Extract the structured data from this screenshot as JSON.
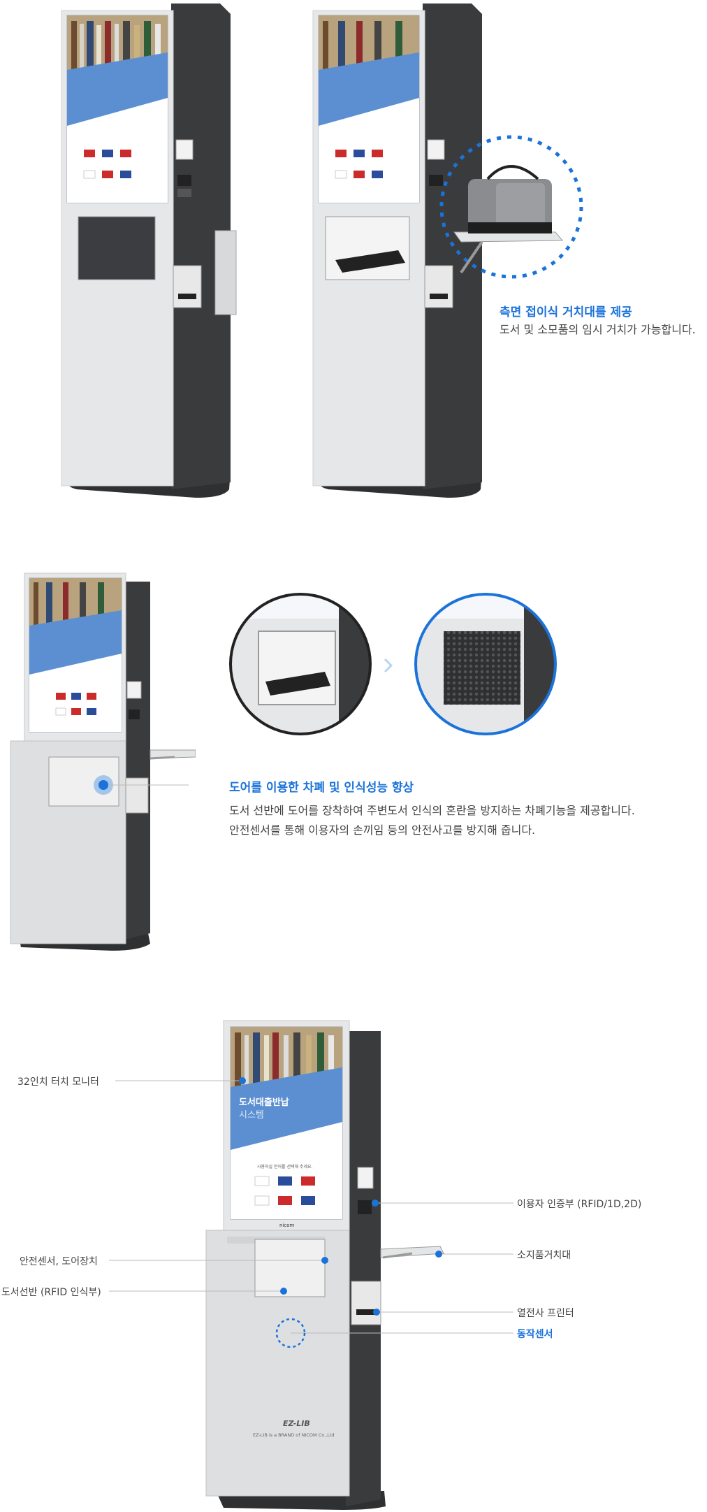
{
  "section1": {
    "title": "측면 접이식 거치대를 제공",
    "description": "도서 및 소모품의 임시 거치가 가능합니다."
  },
  "section2": {
    "title": "도어를 이용한 차폐 및 인식성능 향상",
    "lines": [
      "도서 선반에 도어를 장착하여 주변도서 인식의 혼란을 방지하는 차폐기능을 제공합니다.",
      "안전센서를 통해 이용자의 손끼임 등의 안전사고를 방지해 줍니다."
    ]
  },
  "screen": {
    "title_line1": "도서대출반납",
    "title_line2": "시스템",
    "prompt": "사용하실 언어를 선택해 주세요.",
    "brand": "nicom"
  },
  "machine": {
    "logo": "EZ-LIB",
    "tagline": "EZ-LIB is a BRAND of NICOM Co.,Ltd"
  },
  "section3": {
    "labels": {
      "monitor": "32인치 터치 모니터",
      "safety_sensor": "안전센서, 도어장치",
      "shelf": "도서선반 (RFID 인식부)",
      "auth": "이용자 인증부 (RFID/1D,2D)",
      "holder": "소지품거치대",
      "printer": "열전사 프린터",
      "motion_sensor": "동작센서"
    }
  },
  "colors": {
    "accent": "#1b73d9",
    "panel_dark": "#3a3b3d",
    "body_light": "#e6e7e9",
    "leader": "#bbbbbb"
  }
}
